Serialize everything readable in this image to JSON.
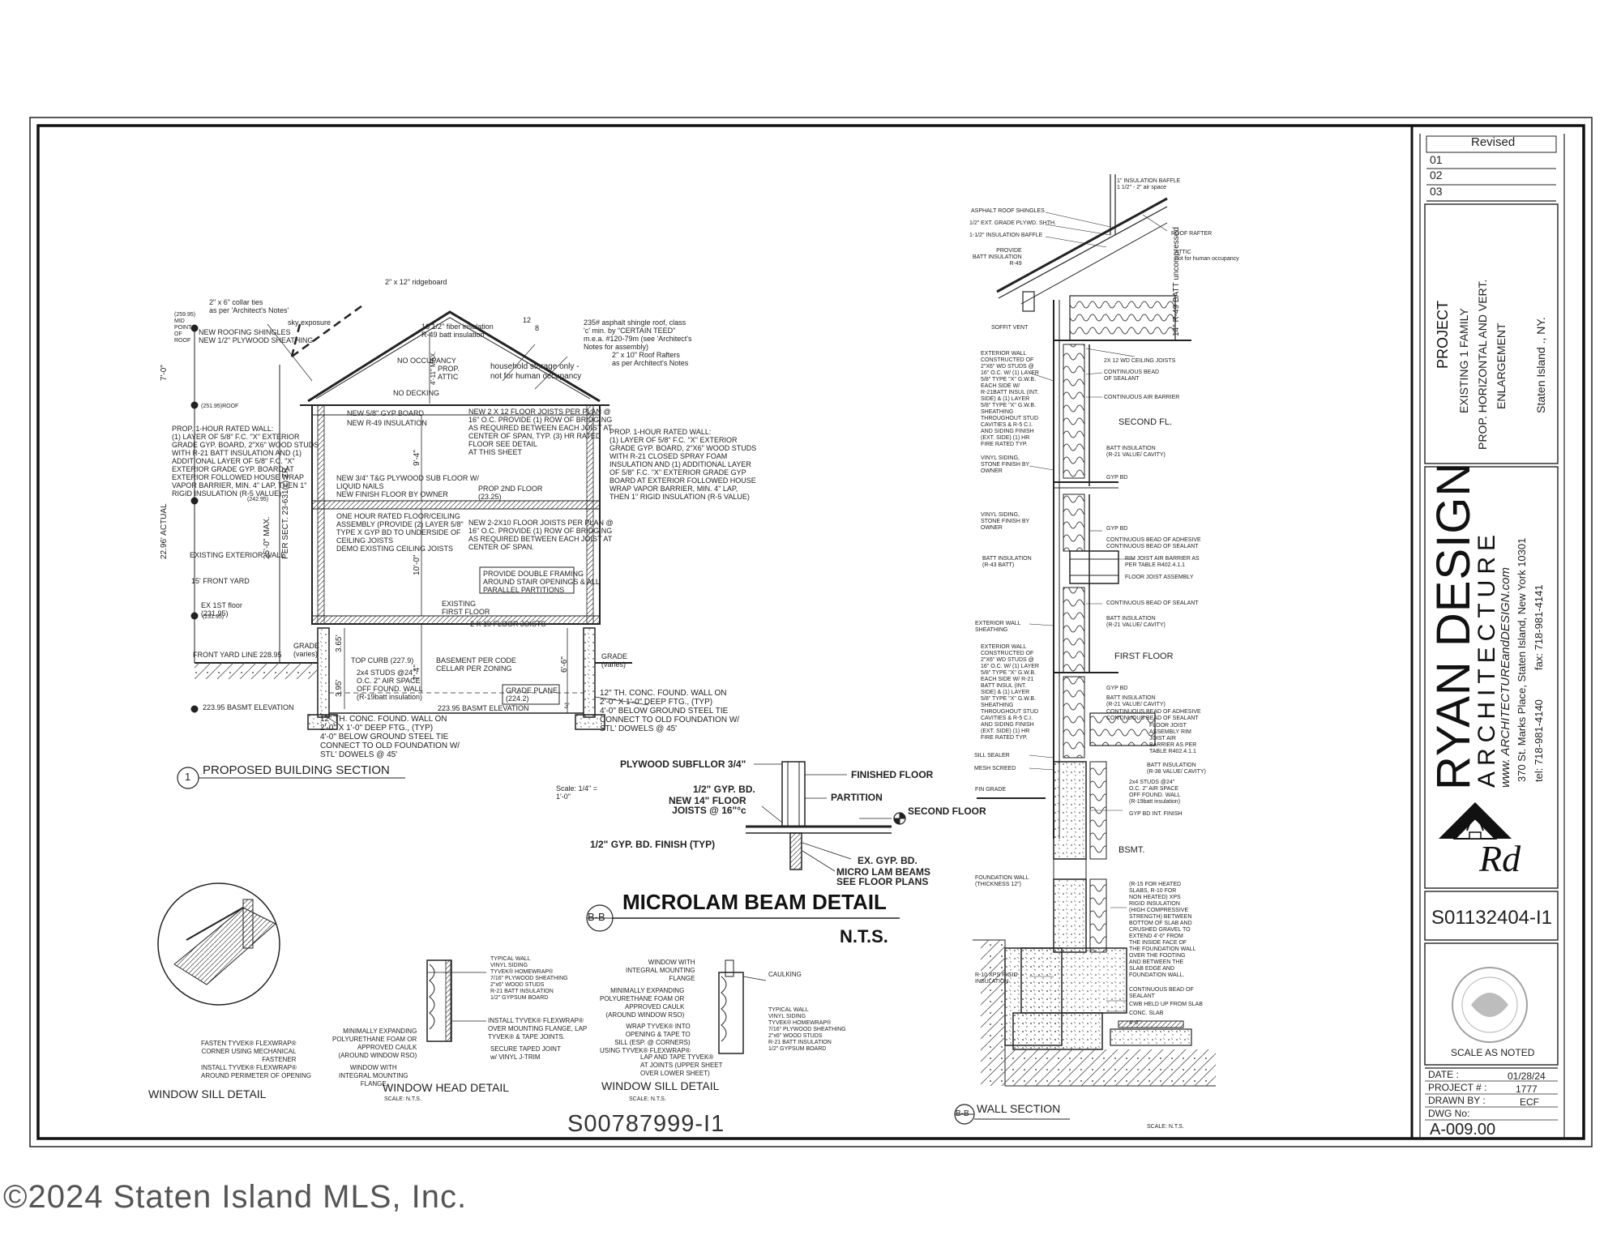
{
  "watermark": "©2024 Staten Island MLS, Inc.",
  "revisions": {
    "header": "Revised",
    "rows": [
      "01",
      "02",
      "03"
    ]
  },
  "project": {
    "heading": "PROJECT",
    "lines": [
      "EXISTING 1 FAMILY",
      "PROP. HORIZONTAL AND VERT.",
      "ENLARGEMENT",
      "Staten Island ., NY."
    ]
  },
  "firm": {
    "name": "RYAN DESIGN",
    "subtitle": "ARCHITECTURE",
    "web": "www. ARCHITECTUREandDESIGN.com",
    "address": "370 St. Marks Place, Staten Island, New York 10301",
    "phones": "tel: 718-981-4140          fax: 718-981-4141"
  },
  "stamp_id": "S01132404-I1",
  "scale_note": "SCALE AS NOTED",
  "titleblock": {
    "date_label": "DATE :",
    "date": "01/28/24",
    "proj_label": "PROJECT # :",
    "proj": "1777",
    "drawn_label": "DRAWN BY :",
    "drawn": "ECF",
    "dwg_label": "DWG No:",
    "dwg": "A-009.00"
  },
  "section": {
    "callout": "1",
    "title": "PROPOSED BUILDING SECTION",
    "scale": "Scale: 1/4\" =\n1'-0\"",
    "labels": {
      "ridge": "2\" x 12\" ridgeboard",
      "collar": "2\" x 6\" collar ties\nas per 'Architect's Notes'",
      "sky": "sky exposure",
      "fiber": "16 1/2\" fiber insulation\nR-49 batt insulation",
      "pitch": "12",
      "pitch2": "8",
      "shingle": "235# asphalt shingle roof, class\n'c' min. by \"CERTAIN TEED\"\nm.e.a. #120-79m (see 'Architect's\nNotes for assembly)",
      "rafters": "2\" x 10\" Roof Rafters\nas per Architect's Notes",
      "roofing": "NEW ROOFING SHINGLES\nNEW 1/2\" PLYWOOD SHEATHING",
      "nooccupancy": "NO OCCUPANCY",
      "attic": "PROP.\nATTIC",
      "storage": "household storage only -\nnot for human occupancy",
      "nodecking": "NO DECKING",
      "gyp58": "NEW 5/8\" GYP BOARD",
      "r49": "NEW R-49 INSULATION",
      "joists2x12": "NEW 2 X 12 FLOOR JOISTS PER PLAN @\n16\" O.C. PROVIDE (1) ROW OF BRIDGING\nAS REQUIRED BETWEEN EACH JOIST AT\nCENTER OF SPAN, TYP. (3) HR RATED\nFLOOR SEE DETAIL\nAT THIS SHEET",
      "rated_left": "PROP. 1-HOUR RATED WALL:\n(1) LAYER OF 5/8\" F.C. \"X\" EXTERIOR\nGRADE GYP. BOARD, 2\"X6\" WOOD STUDS\nWITH R-21 BATT INSULATION AND (1)\nADDITIONAL LAYER OF 5/8\" F.C. \"X\"\nEXTERIOR GRADE GYP. BOARD AT\nEXTERIOR FOLLOWED HOUSE WRAP\nVAPOR BARRIER, MIN. 4\" LAP, THEN 1\"\nRIGID INSULATION (R-5 VALUE)",
      "rated_right": "PROP. 1-HOUR RATED WALL:\n(1) LAYER OF 5/8\" F.C. \"X\" EXTERIOR\nGRADE GYP. BOARD, 2\"X6\" WOOD STUDS\nWITH R-21 CLOSED SPRAY FOAM\nINSULATION AND (1) ADDITIONAL LAYER\nOF 5/8\" F.C. \"X\" EXTERIOR GRADE GYP\nBOARD AT EXTERIOR FOLLOWED HOUSE\nWRAP VAPOR BARRIER, MIN. 4\" LAP,\nTHEN 1\" RIGID INSULATION (R-5 VALUE)",
      "second": "PROP 2ND FLOOR\n(23.25)",
      "joists2x10": "NEW 2-2X10 FLOOR JOISTS PER PLAN @\n16\" O.C. PROVIDE (1) ROW OF BRIDGING\nAS REQUIRED BETWEEN EACH JOIST AT\nCENTER OF SPAN.",
      "subfloor": "NEW 3/4\" T&G PLYWOOD SUB FLOOR W/\nLIQUID NAILS\nNEW FINISH FLOOR BY OWNER",
      "oneHour": "ONE HOUR RATED FLOOR/CEILING\nASSEMBLY (PROVIDE (2) LAYER 5/8\"\nTYPE X GYP BD TO UNDERSIDE OF\nCEILING JOISTS\nDEMO EXISTING CEILING JOISTS",
      "stair": "PROVIDE DOUBLE FRAMING\nAROUND STAIR OPENINGS & ALL\nPARALLEL PARTITIONS",
      "existing_wall": "EXISTING EXTERIOR WALL",
      "front_yard": "15' FRONT YARD",
      "first": "EXISTING\nFIRST FLOOR",
      "ex1st": "EX 1ST floor\n(231.95)",
      "floorjoists": "2 X 10 FLOOR JOISTS",
      "frontline": "FRONT YARD LINE",
      "grade": "GRADE\n(varies)",
      "grade_r": "GRADE\n(varies)",
      "topcurb": "TOP CURB (227.9)",
      "studs": "2x4 STUDS @24\"\nO.C. 2\" AIR SPACE\nOFF FOUND. WALL\n(R-19batt insulation)",
      "basement": "BASEMENT PER CODE\nCELLAR PER ZONING",
      "gradeplane": "GRADE PLANE\n(224.2)",
      "elev_bsmt": "223.95 BASMT ELEVATION",
      "found_r": "12\" TH. CONC. FOUND. WALL ON\n2'-0\" X 1'-0\" DEEP FTG., (TYP)\n4'-0\" BELOW GROUND STEEL TIE\nCONNECT TO OLD FOUNDATION W/\nSTL' DOWELS @ 45'",
      "found_l": "12\" TH. CONC. FOUND. WALL ON\n2'-0\" X 1'-0\" DEEP FTG., (TYP)\n4'-0\" BELOW GROUND STEEL TIE\nCONNECT TO OLD FOUNDATION W/\nSTL' DOWELS @ 45'",
      "height": "22.96' ACTUAL",
      "max": "25'-0\" MAX.",
      "persect": "PER SECT. 23-631(c) ZR.",
      "d7": "7'-0\"",
      "d94": "9'-4\"",
      "d104": "10'-0\"",
      "d74": "7'-4\"",
      "d66": "6'-6\"",
      "d395": "3.95'",
      "d365": "3.65'",
      "e25995": "(259.95)\nMID\nPOINT\nOF\nROOF",
      "e251": "(251.95)ROOF",
      "e242": "(242.95)",
      "e231": "(231.95)",
      "attic_h": "4'-11\" MAX.",
      "e228": "228.95",
      "d3": "3'"
    }
  },
  "beam": {
    "plywood": "PLYWOOD SUBFLLOR 3/4\"",
    "finished": "FINISHED FLOOR",
    "partition": "PARTITION",
    "gyp12": "1/2\" GYP. BD.",
    "joists": "NEW 14\" FLOOR\nJOISTS @ 16\"°c",
    "second": "SECOND FLOOR",
    "finish": "1/2\" GYP. BD. FINISH (TYP)",
    "exgyp": "EX. GYP. BD.",
    "micro": "MICRO LAM BEAMS\nSEE FLOOR PLANS",
    "callout": "B-B",
    "title": "MICROLAM BEAM DETAIL",
    "nts": "N.T.S."
  },
  "sill1": {
    "title": "WINDOW SILL DETAIL",
    "fasten": "FASTEN TYVEK® FLEXWRAP®\nCORNER USING MECHANICAL\nFASTENER",
    "install": "INSTALL TYVEK® FLEXWRAP®\nAROUND PERIMETER OF OPENING"
  },
  "head": {
    "title": "WINDOW HEAD DETAIL",
    "scale": "SCALE: N.T.S.",
    "typical": "TYPICAL WALL\nVINYL SIDING\nTYVEK® HOMEWRAP®\n7/16\" PLYWOOD SHEATHING\n2\"x6\" WOOD STUDS\nR-21 BATT INSULATION\n1/2\" GYPSUM BOARD",
    "foam": "MINIMALLY EXPANDING\nPOLYURETHANE FOAM OR\nAPPROVED CAULK\n(AROUND WINDOW RSO)",
    "flex": "INSTALL TYVEK® FLEXWRAP®\nOVER MOUNTING FLANGE, LAP\nTYVEK® & TAPE JOINTS.",
    "secure": "SECURE TAPED JOINT\nw/ VINYL J-TRIM",
    "window": "WINDOW WITH\nINTEGRAL MOUNTING\nFLANGE"
  },
  "sill2": {
    "title": "WINDOW SILL DETAIL",
    "scale": "SCALE: N.T.S.",
    "window": "WINDOW WITH\nINTEGRAL MOUNTING\nFLANGE",
    "caulking": "CAULKING",
    "foam": "MINIMALLY EXPANDING\nPOLYURETHANE FOAM OR\nAPPROVED CAULK\n(AROUND WINDOW RSO)",
    "wrap": "WRAP TYVEK® INTO\nOPENING & TAPE TO\nSILL (ESP. @ CORNERS)\nUSING TYVEK® FLEXWRAP®",
    "lap": "LAP AND TAPE TYVEK®\nAT JOINTS (UPPER SHEET\nOVER LOWER SHEET)",
    "typical": "TYPICAL WALL\nVINYL SIDING\nTYVEK® HOMEWRAP®\n7/16\" PLYWOOD SHEATHING\n2\"x6\" WOOD STUDS\nR-21 BATT INSULATION\n1/2\" GYPSUM BOARD"
  },
  "doc_id": "S00787999-I1",
  "wall": {
    "callout": "B-B",
    "title": "WALL SECTION",
    "scale": "SCALE: N.T.S.",
    "baffle": "1\" INSULATION BAFFLE\n1 1/2\" - 2\" air space",
    "asphalt": "ASPHALT ROOF SHINGLES",
    "plywd": "1/2\" EXT. GRADE PLYWD. SHTH.",
    "baffle2": "1-1/2\" INSULATION BAFFLE",
    "rafter": "ROOF RAFTER",
    "provide": "PROVIDE\nBATT INSULATION\nR-49",
    "attic": "ATTIC\nnot for human occupancy",
    "soffit": "SOFFIT VENT",
    "batt14": "14\"\nR-49\nBATT\nuncompressed",
    "ceiling": "2X 12 WD CEILING JOISTS",
    "bead": "CONTINUOUS BEAD\nOF SEALANT",
    "air": "CONTINUOUS AIR BARRIER",
    "second": "SECOND FL.",
    "ext1": "EXTERIOR WALL\nCONSTRUCTED OF\n2\"X6\" WD STUDS @\n16\" O.C. W/ (1) LAYER\n5/8\" TYPE \"X\" G.W.B.\nEACH SIDE W/\nR-21BATT INSUL (INT.\nSIDE) & (1) LAYER\n5/8\" TYPE \"X\" G.W.B.\nSHEATHING\nTHROUGHOUT STUD\nCAVITIES & R-5 C.I.\nAND SIDING FINISH\n(EXT. SIDE) (1) HR\nFIRE RATED TYP.",
    "vinyl1": "VINYL SIDING,\nSTONE FINISH BY\nOWNER",
    "batt21a": "BATT INSULATION\n(R-21 VALUE/ CAVITY)",
    "gyp": "GYP BD",
    "vinyl2": "VINYL SIDING,\nSTONE FINISH BY\nOWNER",
    "adhesive": "CONTINUOUS BEAD OF ADHESIVE\nCONTINUOUS BEAD OF SEALANT",
    "batt43": "BATT INSULATION\n(R-43 BATT)",
    "rim": "RIM JOIST AIR BARRIER AS\nPER TABLE R402.4.1.1",
    "floorjoist": "FLOOR JOIST ASSEMBLY",
    "sealant2": "CONTINUOUS BEAD OF SEALANT",
    "extsheath": "EXTERIOR WALL\nSHEATHING",
    "batt21b": "BATT INSULATION\n(R-21 VALUE/ CAVITY)",
    "first": "FIRST FLOOR",
    "ext2": "EXTERIOR WALL\nCONSTRUCTED OF\n2\"X6\" WD STUDS @\n16\" O.C. W/ (1) LAYER\n5/8\" TYPE \"X\" G.W.B.\nEACH SIDE W/ R-21\nBATT INSUL (INT.\nSIDE) & (1) LAYER\n5/8\" TYPE \"X\" G.W.B.\nSHEATHING\nTHROUGHOUT STUD\nCAVITIES & R-5 C.I.\nAND SIDING FINISH\n(EXT. SIDE) (1) HR\nFIRE RATED TYP.",
    "gyp2": "GYP BD",
    "batt21c": "BATT INSULATION\n(R-21 VALUE/ CAVITY)",
    "adhesive2": "CONTINUOUS BEAD OF ADHESIVE\nCONTINUOUS BEAD OF SEALANT",
    "sill": "SILL SEALER",
    "mesh": "MESH SCREED",
    "rim2": "FLOOR JOIST\nASSEMBLY RIM\nJOIST AIR\nBARRIER AS PER\nTABLE R402.4.1.1",
    "batt38": "BATT INSULATION\n(R-38 VALUE/ CAVITY)",
    "fingrade": "FIN GRADE",
    "studs": "2x4 STUDS @24\"\nO.C. 2\" AIR SPACE\nOFF FOUND. WALL\n(R-19batt insulation)",
    "gypint": "GYP BD INT. FINISH",
    "bsmt": "BSMT.",
    "foundwall": "FOUNDATION WALL\n(THICKNESS 12\")",
    "r15": "(R-15 FOR HEATED\nSLABS, R-10 FOR\nNON HEATED) XPS\nRIGID INSULATION\n(HIGH COMPRESSIVE\nSTRENGTH) BETWEEN\nBOTTOM OF SLAB AND\nCRUSHED GRAVEL TO\nEXTEND 4'-0\" FROM\nTHE INSIDE FACE OF\nTHE FOUNDATION WALL\nOVER THE FOOTING\nAND BETWEEN THE\nSLAB EDGE AND\nFOUNDATION WALL.",
    "r10": "R-10 XPS RIGID\nINSULATION",
    "bead3": "CONTINUOUS BEAD OF\nSEALANT",
    "cwb": "CWB HELD UP FROM SLAB",
    "slab": "CONC. SLAB",
    "d4": "4'-0\""
  }
}
